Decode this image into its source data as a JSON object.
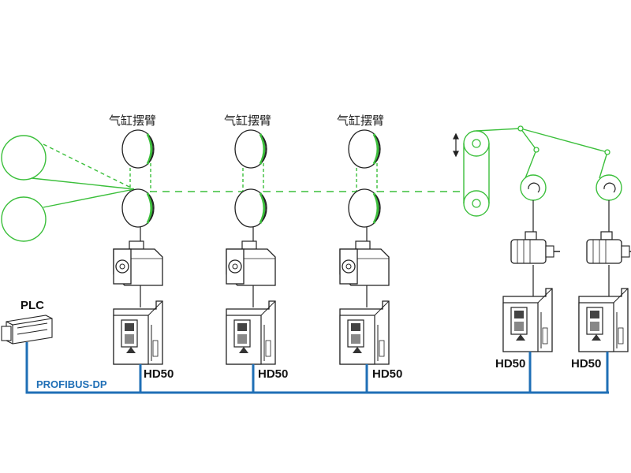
{
  "labels": {
    "swing_arm": "气缸摆臂",
    "plc": "PLC",
    "bus": "PROFIBUS-DP",
    "drive_model": "HD50"
  },
  "colors": {
    "web_line": "#3bbf3b",
    "bus_line": "#1f6fb6",
    "outline": "#222222"
  },
  "icons": {
    "swing_arm_roller": "roller-icon",
    "servo_motor": "servo-motor-icon",
    "induction_motor": "induction-motor-icon",
    "drive": "vfd-drive-icon",
    "plc": "plc-icon",
    "winder": "winder-reel-icon",
    "dancer": "dancer-arrow-icon"
  }
}
